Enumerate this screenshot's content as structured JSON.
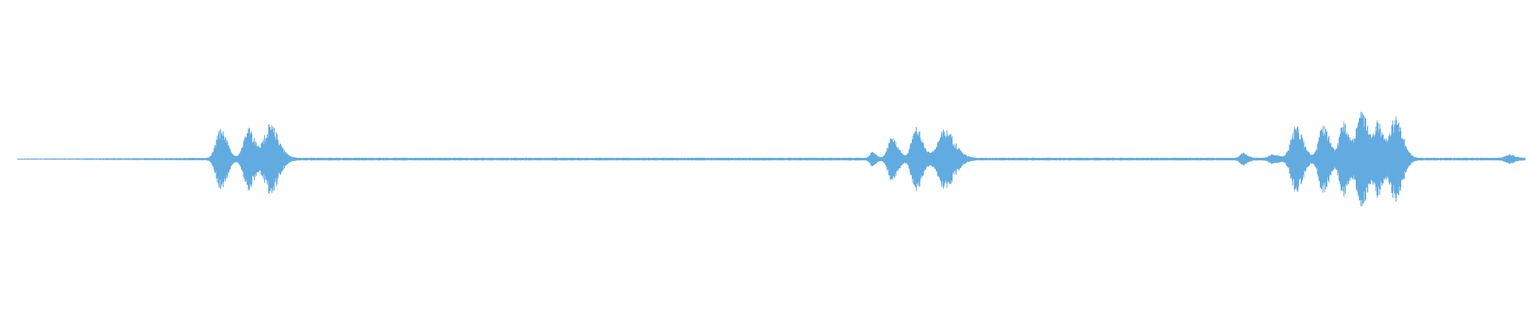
{
  "waveform": {
    "color": "#62ABE1",
    "background": "#FFFFFF",
    "baseline_amplitude": 0.012,
    "noise_amplitude": 0.02,
    "bursts": [
      {
        "center": 0.1345,
        "width": 0.0045,
        "amplitude": 0.38
      },
      {
        "center": 0.153,
        "width": 0.0045,
        "amplitude": 0.4
      },
      {
        "center": 0.1675,
        "width": 0.006,
        "amplitude": 0.43
      },
      {
        "center": 0.567,
        "width": 0.0025,
        "amplitude": 0.08
      },
      {
        "center": 0.58,
        "width": 0.004,
        "amplitude": 0.28
      },
      {
        "center": 0.596,
        "width": 0.0045,
        "amplitude": 0.4
      },
      {
        "center": 0.615,
        "width": 0.007,
        "amplitude": 0.37
      },
      {
        "center": 0.813,
        "width": 0.003,
        "amplitude": 0.07
      },
      {
        "center": 0.833,
        "width": 0.004,
        "amplitude": 0.05
      },
      {
        "center": 0.848,
        "width": 0.005,
        "amplitude": 0.41
      },
      {
        "center": 0.866,
        "width": 0.0045,
        "amplitude": 0.43
      },
      {
        "center": 0.8795,
        "width": 0.004,
        "amplitude": 0.46
      },
      {
        "center": 0.8915,
        "width": 0.005,
        "amplitude": 0.6
      },
      {
        "center": 0.9025,
        "width": 0.004,
        "amplitude": 0.44
      },
      {
        "center": 0.914,
        "width": 0.005,
        "amplitude": 0.53
      },
      {
        "center": 0.9895,
        "width": 0.0035,
        "amplitude": 0.05
      }
    ]
  }
}
